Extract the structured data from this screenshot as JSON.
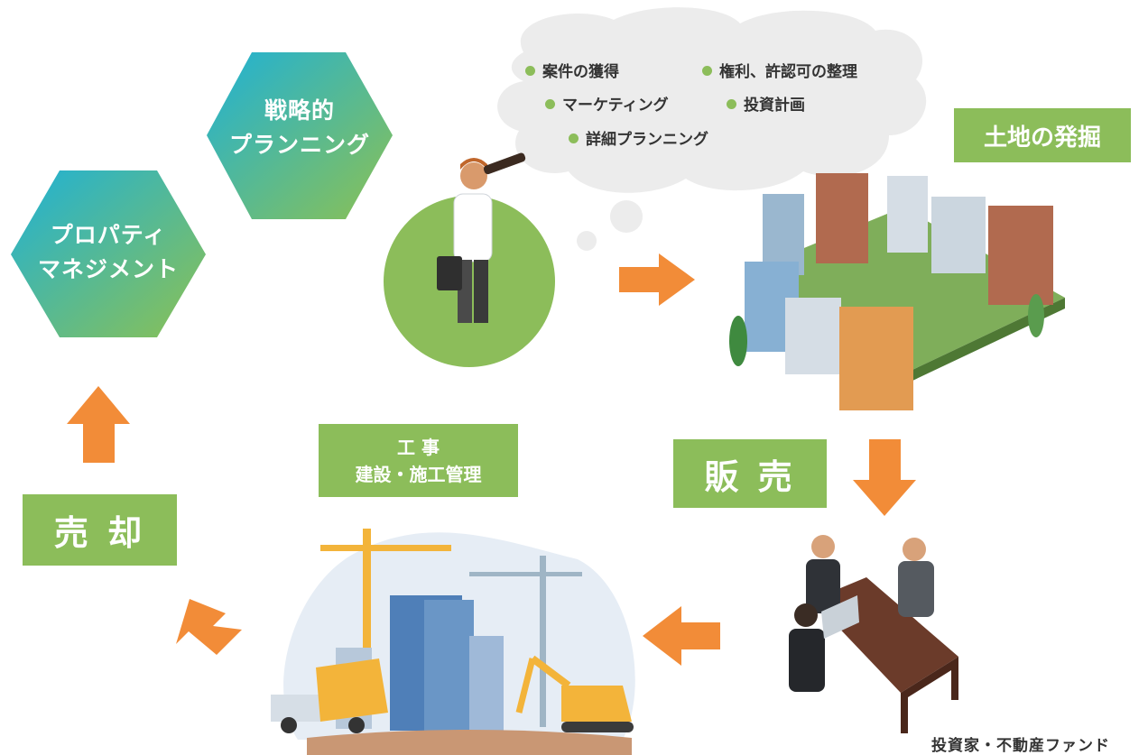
{
  "hexagons": {
    "strategic": {
      "line1": "戦略的",
      "line2": "プランニング"
    },
    "property": {
      "line1": "プロパティ",
      "line2": "マネジメント"
    }
  },
  "bubble": {
    "items": [
      "案件の獲得",
      "権利、許認可の整理",
      "マーケティング",
      "投資計画",
      "詳細プランニング"
    ]
  },
  "labels": {
    "land": "土地の発掘",
    "sales": "販 売",
    "construction_line1": "工 事",
    "construction_line2": "建設・施工管理",
    "sell": "売 却",
    "investors": "投資家・不動産ファンド"
  },
  "colors": {
    "green": "#8cbd5a",
    "orange": "#f28c38",
    "hex_gradient_start": "#1fb1d6",
    "hex_gradient_end": "#8cc153"
  }
}
